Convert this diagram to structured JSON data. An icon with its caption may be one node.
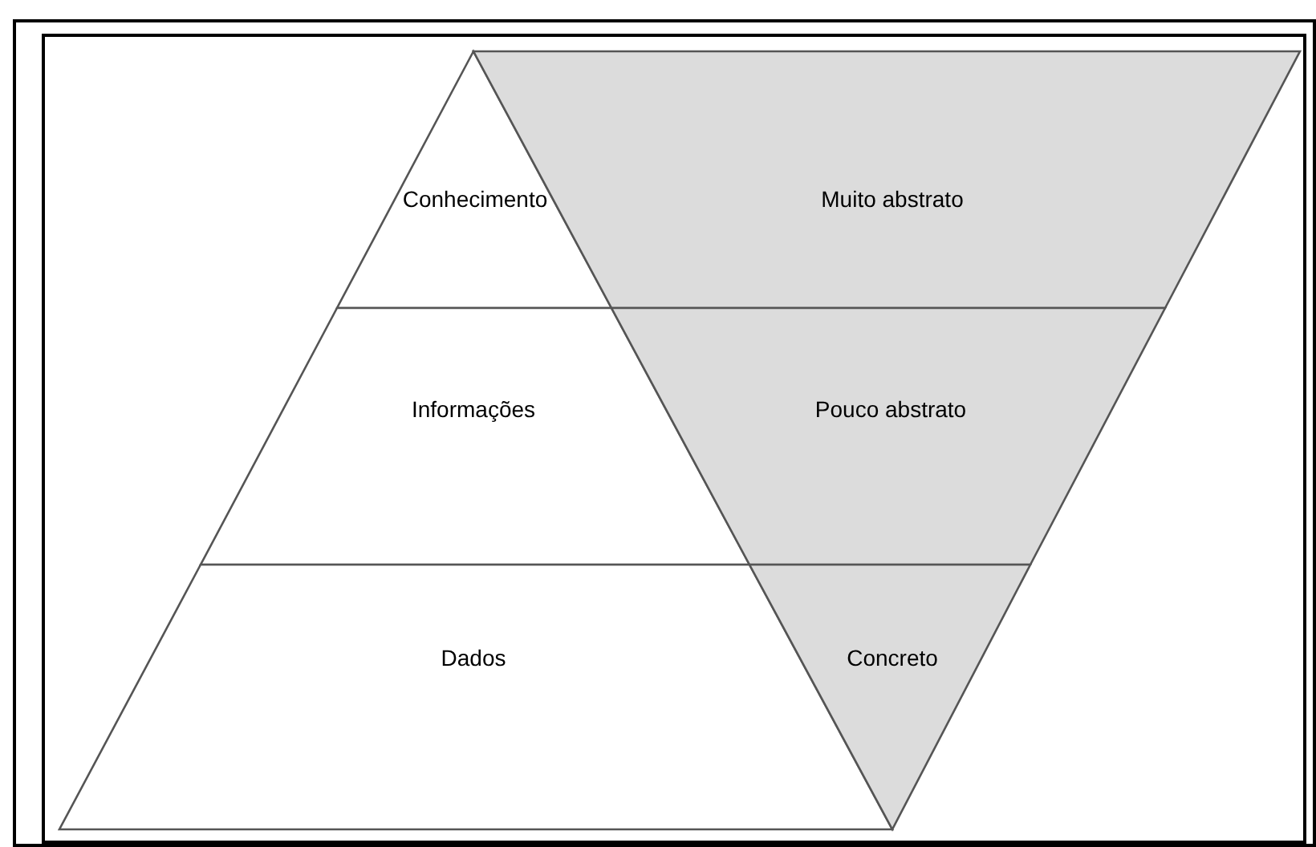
{
  "diagram": {
    "nodes": [
      {
        "text": [
          "Conhecimento"
        ]
      },
      {
        "text": [
          "Muito abstrato"
        ]
      },
      {
        "text": [
          "Informações"
        ]
      },
      {
        "text": [
          "Pouco abstrato"
        ]
      },
      {
        "text": [
          "Dados"
        ]
      },
      {
        "text": [
          "Concreto"
        ]
      }
    ]
  }
}
